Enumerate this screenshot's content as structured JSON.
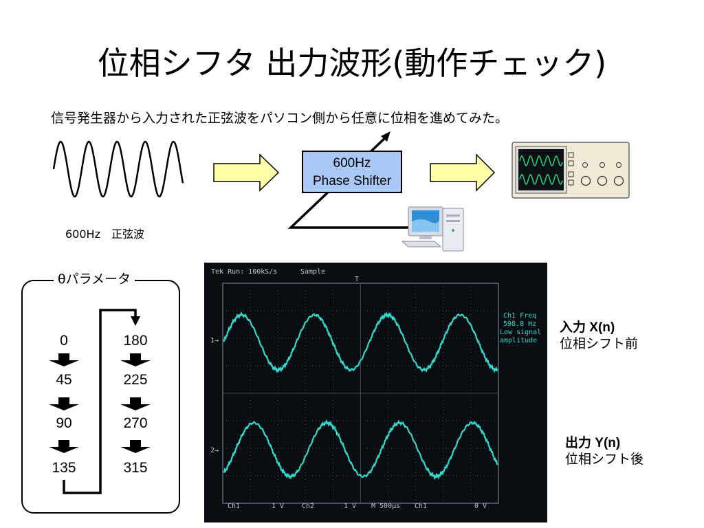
{
  "title": "位相シフタ 出力波形(動作チェック)",
  "subtitle": "信号発生器から入力された正弦波をパソコン側から任意に位相を進めてみた。",
  "sine_label": "600Hz　正弦波",
  "shifter": {
    "line1": "600Hz",
    "line2": "Phase Shifter"
  },
  "param": {
    "title": "θパラメータ",
    "left_col": [
      "0",
      "45",
      "90",
      "135"
    ],
    "right_col": [
      "180",
      "225",
      "270",
      "315"
    ]
  },
  "scope": {
    "header_left": "Tek Run: 100kS/s",
    "header_mode": "Sample",
    "trigger_marker": "T",
    "ch1_marker": "1→",
    "ch2_marker": "2→",
    "freq_label": "Ch1 Freq",
    "freq_value": "598.8 Hz",
    "low_signal_1": "Low signal",
    "low_signal_2": "amplitude",
    "footer_ch1": "Ch1",
    "footer_v1": "1 V",
    "footer_ch2": "Ch2",
    "footer_v2": "1 V",
    "footer_time": "M 500μs",
    "footer_trig": "Ch1",
    "footer_level": "0 V",
    "trace_color": "#37d7c9"
  },
  "input_label": {
    "line1": "入力 X(n)",
    "line2": "位相シフト前"
  },
  "output_label": {
    "line1": "出力 Y(n)",
    "line2": "位相シフト後"
  },
  "colors": {
    "arrow_fill": "#ffffa8",
    "shifter_fill": "#a9c8f5",
    "scope_body": "#efe9d6",
    "scope_screen": "#0d1014",
    "scope_wave": "#2fc97a"
  }
}
